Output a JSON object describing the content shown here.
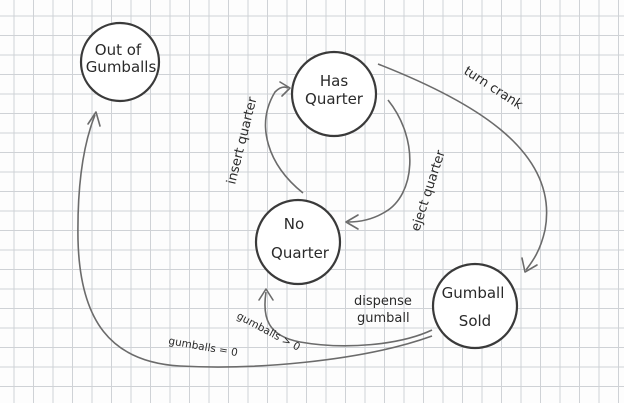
{
  "states": {
    "out_of_gumballs": {
      "line1": "Out of",
      "line2": "Gumballs"
    },
    "has_quarter": {
      "line1": "Has",
      "line2": "Quarter"
    },
    "no_quarter": {
      "line1": "No",
      "line2": "Quarter"
    },
    "gumball_sold": {
      "line1": "Gumball",
      "line2": "Sold"
    }
  },
  "transitions": {
    "insert_quarter": "insert quarter",
    "turn_crank": "turn crank",
    "eject_quarter": "eject quarter",
    "dispense_line1": "dispense",
    "dispense_line2": "gumball",
    "gumballs_gt_0": "gumballs > 0",
    "gumballs_eq_0": "gumballs = 0"
  },
  "colors": {
    "grid": "#cfd2d6",
    "circle_stroke": "#3a3a3a",
    "arrow": "#6b6b6b",
    "text": "#2a2a2a"
  }
}
